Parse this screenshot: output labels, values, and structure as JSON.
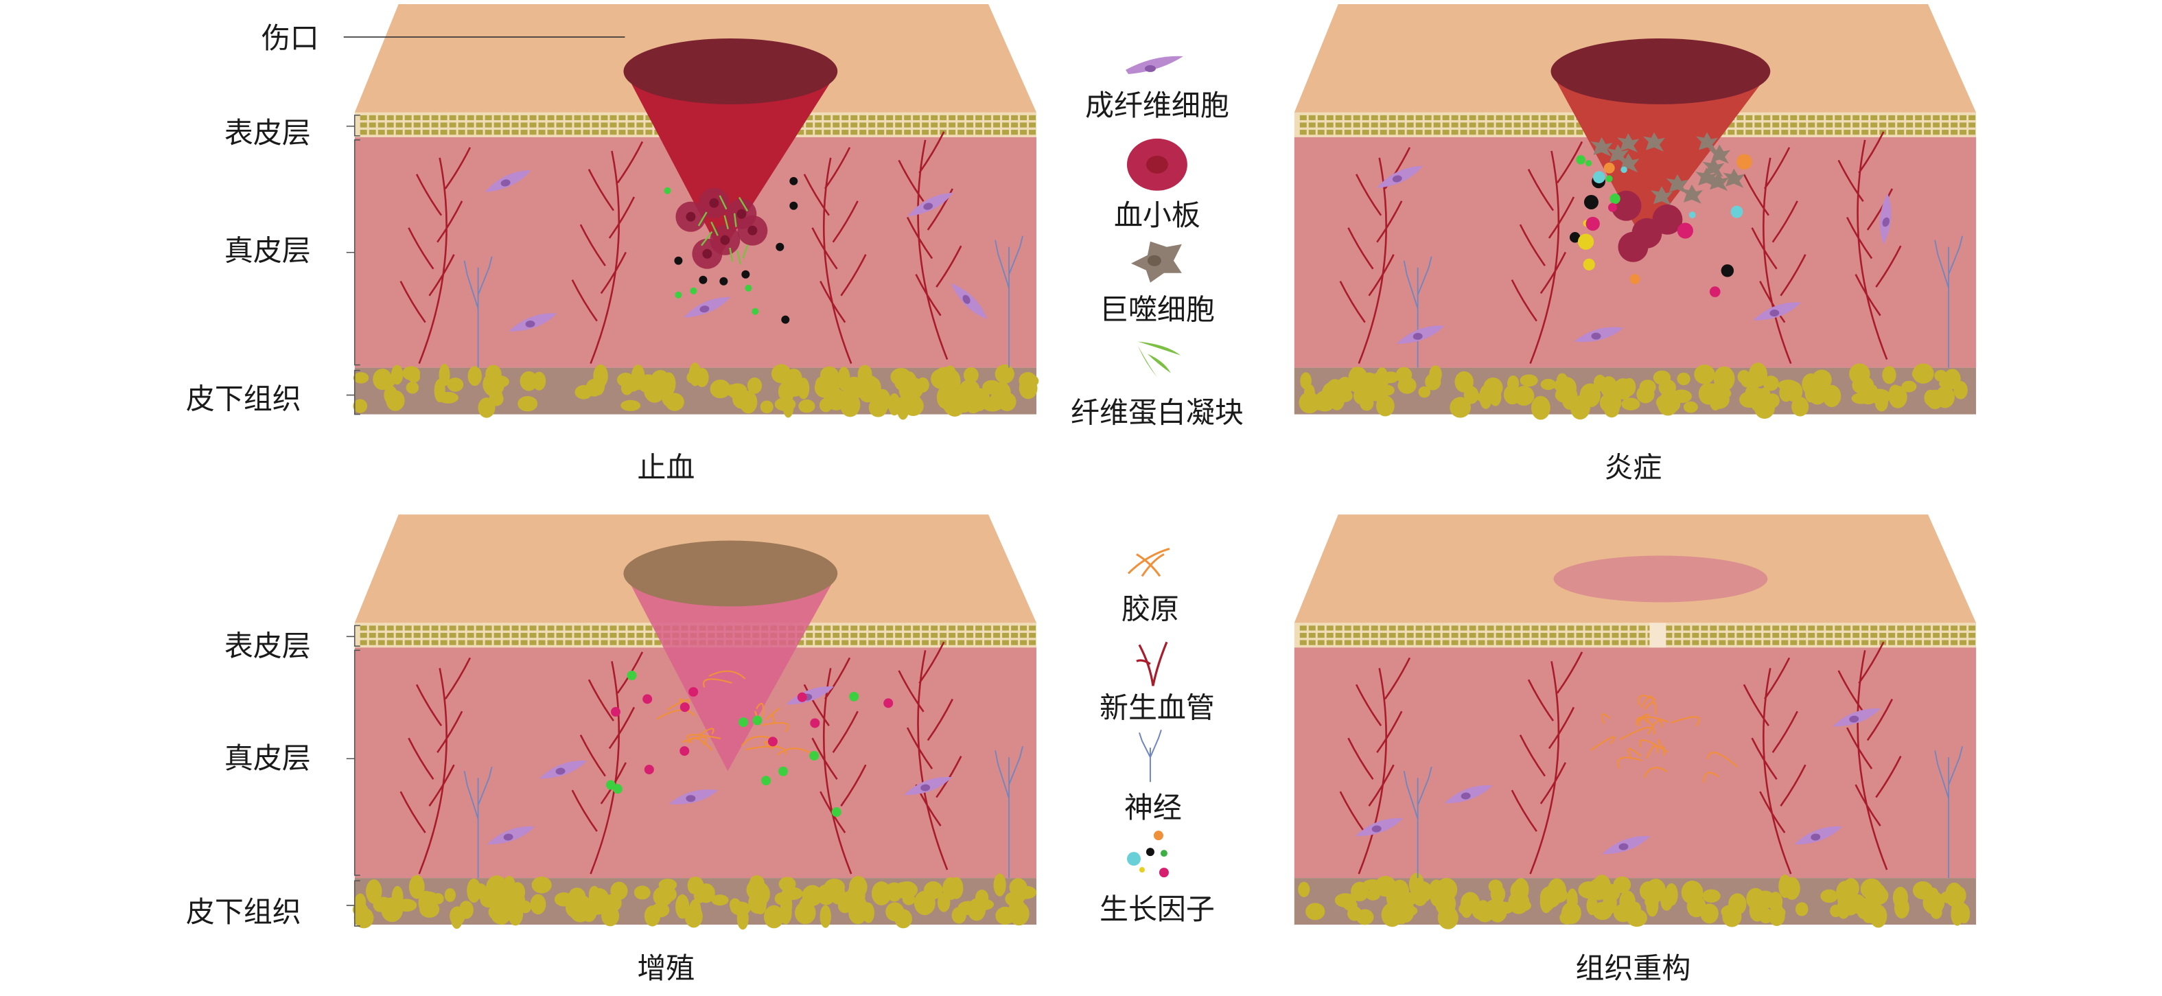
{
  "figure": {
    "panels": [
      {
        "title": "止血"
      },
      {
        "title": "炎症"
      },
      {
        "title": "增殖"
      },
      {
        "title": "组织重构"
      }
    ],
    "layer_labels_top": {
      "wound": "伤口",
      "epidermis": "表皮层",
      "dermis": "真皮层",
      "subcutis": "皮下组织"
    },
    "layer_labels_bottom": {
      "epidermis": "表皮层",
      "dermis": "真皮层",
      "subcutis": "皮下组织"
    },
    "legend_top": [
      "成纤维细胞",
      "血小板",
      "巨噬细胞",
      "纤维蛋白凝块"
    ],
    "legend_bottom": [
      "胶原",
      "新生血管",
      "神经",
      "生长因子"
    ]
  },
  "colors": {
    "skin_surface": "#eab98f",
    "epidermis_band": "#f0dcb6",
    "epidermis_cells": "#b2a444",
    "dermis": "#d98a8a",
    "subcutis_bg": "#a8897c",
    "fat": "#c8b42c",
    "vessel": "#a81c2c",
    "nerve": "#6f86c0",
    "fibroblast": "#b98ad0",
    "platelet": "#b8284e",
    "macrophage": "#8e7e72",
    "fibrin": "#7cc043",
    "collagen": "#f0903a"
  }
}
